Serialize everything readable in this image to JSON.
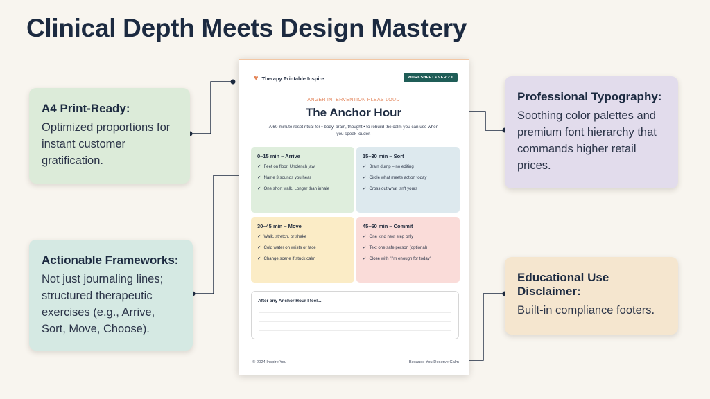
{
  "title": "Clinical Depth Meets Design Mastery",
  "cards": {
    "a4": {
      "title": "A4 Print-Ready:",
      "body": "Optimized proportions for instant customer gratification."
    },
    "frameworks": {
      "title": "Actionable Frameworks:",
      "body": "Not just journaling lines; structured therapeutic exercises (e.g., Arrive, Sort, Move, Choose)."
    },
    "typography": {
      "title": "Professional Typography:",
      "body": "Soothing color palettes and premium font hierarchy that commands higher retail prices."
    },
    "disclaimer": {
      "title": "Educational Use Disclaimer:",
      "body": "Built-in compliance footers."
    }
  },
  "worksheet": {
    "brand": "Therapy Printable Inspire",
    "brand_icon": "heart-icon",
    "badge": "WORKSHEET • VER 2.0",
    "kicker": "ANGER INTERVENTION PLEAS LOUD",
    "title": "The Anchor Hour",
    "subtitle": "A 60-minute reset ritual for • body, brain, thought • to rebuild the calm you can use when you speak louder.",
    "quadrants": [
      {
        "title": "0–15 min – Arrive",
        "items": [
          "Feet on floor. Unclench jaw",
          "Name 3 sounds you hear",
          "One short walk. Longer than inhale"
        ]
      },
      {
        "title": "15–30 min – Sort",
        "items": [
          "Brain dump – no editing",
          "Circle what meets action today",
          "Cross out what isn't yours"
        ]
      },
      {
        "title": "30–45 min – Move",
        "items": [
          "Walk, stretch, or shake",
          "Cold water on wrists or face",
          "Change scene if stuck calm"
        ]
      },
      {
        "title": "45–60 min – Commit",
        "items": [
          "One kind next step only",
          "Text one safe person (optional)",
          "Close with \"I'm enough for today\""
        ]
      }
    ],
    "reflection_label": "After any Anchor Hour I feel...",
    "footer_left": "© 2024 Inspire You",
    "footer_right": "Because You Deserve Calm"
  },
  "colors": {
    "background": "#f8f5ef",
    "card_a4": "#dcebd9",
    "card_frameworks": "#d5e9e3",
    "card_typography": "#e2dcec",
    "card_disclaimer": "#f5e6cf",
    "connector": "#1c2a40",
    "badge": "#1f5d57",
    "accent": "#e3845a"
  }
}
